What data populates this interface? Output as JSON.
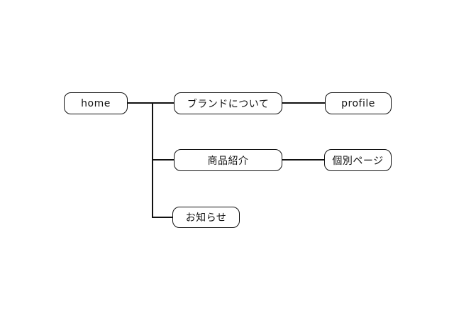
{
  "diagram": {
    "type": "sitemap-tree",
    "colors": {
      "background": "#ffffff",
      "node_fill": "#ffffff",
      "node_border": "#111111",
      "text": "#111111",
      "line": "#111111"
    },
    "nodes": [
      {
        "id": "home",
        "label": "home",
        "level": 1
      },
      {
        "id": "brand",
        "label": "ブランドについて",
        "level": 2
      },
      {
        "id": "profile",
        "label": "profile",
        "level": 3
      },
      {
        "id": "products",
        "label": "商品紹介",
        "level": 2
      },
      {
        "id": "individual-page",
        "label": "個別ページ",
        "level": 3
      },
      {
        "id": "news",
        "label": "お知らせ",
        "level": 2
      }
    ],
    "edges": [
      {
        "from": "home",
        "to": "brand"
      },
      {
        "from": "home",
        "to": "products"
      },
      {
        "from": "home",
        "to": "news"
      },
      {
        "from": "brand",
        "to": "profile"
      },
      {
        "from": "products",
        "to": "individual-page"
      }
    ]
  }
}
